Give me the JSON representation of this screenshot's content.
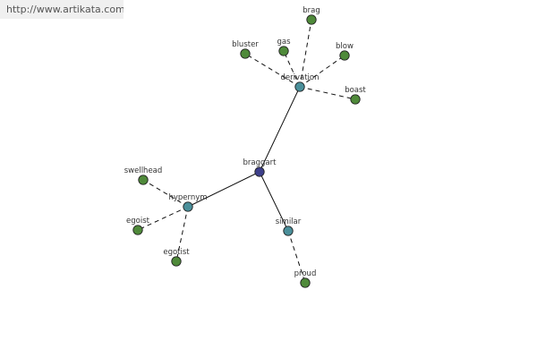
{
  "banner": {
    "url": "http://www.artikata.com"
  },
  "colors": {
    "root": "#3d3f8a",
    "relation": "#4a8f9a",
    "leaf": "#4f8a3a"
  },
  "graph": {
    "nodes": [
      {
        "id": "braggart",
        "label": "braggart",
        "kind": "root"
      },
      {
        "id": "derivation",
        "label": "derivation",
        "kind": "relation"
      },
      {
        "id": "hypernym",
        "label": "hypernym",
        "kind": "relation"
      },
      {
        "id": "similar",
        "label": "similar",
        "kind": "relation"
      },
      {
        "id": "brag",
        "label": "brag",
        "kind": "leaf"
      },
      {
        "id": "bluster",
        "label": "bluster",
        "kind": "leaf"
      },
      {
        "id": "gas",
        "label": "gas",
        "kind": "leaf"
      },
      {
        "id": "blow",
        "label": "blow",
        "kind": "leaf"
      },
      {
        "id": "boast",
        "label": "boast",
        "kind": "leaf"
      },
      {
        "id": "swellhead",
        "label": "swellhead",
        "kind": "leaf"
      },
      {
        "id": "egoist",
        "label": "egoist",
        "kind": "leaf"
      },
      {
        "id": "egotist",
        "label": "egotist",
        "kind": "leaf"
      },
      {
        "id": "proud",
        "label": "proud",
        "kind": "leaf"
      }
    ],
    "edges": [
      {
        "from": "braggart",
        "to": "derivation",
        "style": "solid"
      },
      {
        "from": "braggart",
        "to": "hypernym",
        "style": "solid"
      },
      {
        "from": "braggart",
        "to": "similar",
        "style": "solid"
      },
      {
        "from": "derivation",
        "to": "brag",
        "style": "dashed"
      },
      {
        "from": "derivation",
        "to": "bluster",
        "style": "dashed"
      },
      {
        "from": "derivation",
        "to": "gas",
        "style": "dashed"
      },
      {
        "from": "derivation",
        "to": "blow",
        "style": "dashed"
      },
      {
        "from": "derivation",
        "to": "boast",
        "style": "dashed"
      },
      {
        "from": "hypernym",
        "to": "swellhead",
        "style": "dashed"
      },
      {
        "from": "hypernym",
        "to": "egoist",
        "style": "dashed"
      },
      {
        "from": "hypernym",
        "to": "egotist",
        "style": "dashed"
      },
      {
        "from": "similar",
        "to": "proud",
        "style": "dashed"
      }
    ]
  }
}
